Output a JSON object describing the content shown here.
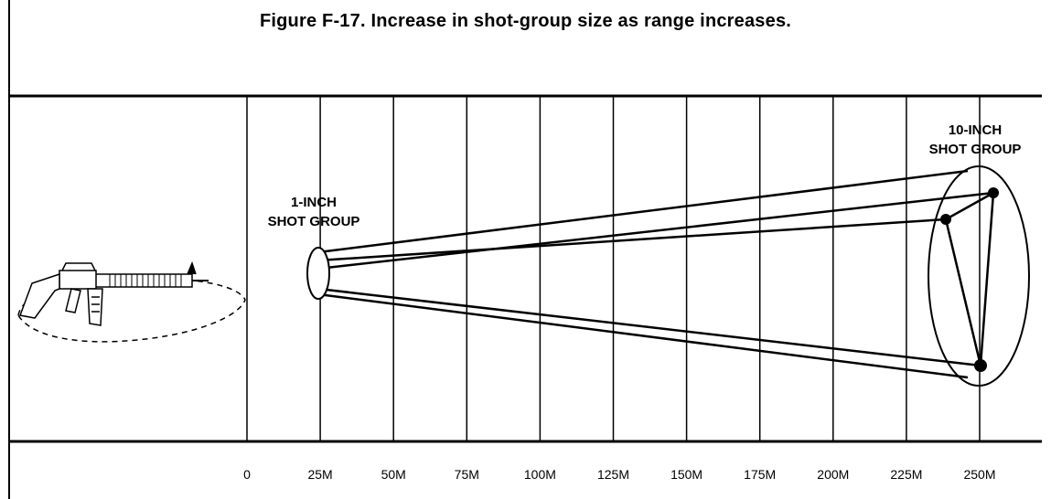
{
  "figure": {
    "title": "Figure F-17. Increase in shot-group size as range increases.",
    "near_group_label": [
      "1-INCH",
      "SHOT GROUP"
    ],
    "far_group_label": [
      "10-INCH",
      "SHOT GROUP"
    ],
    "range_ticks": [
      "0",
      "25M",
      "50M",
      "75M",
      "100M",
      "125M",
      "150M",
      "175M",
      "200M",
      "225M",
      "250M"
    ],
    "near_group_size": "1-INCH",
    "far_group_size": "10-INCH"
  }
}
